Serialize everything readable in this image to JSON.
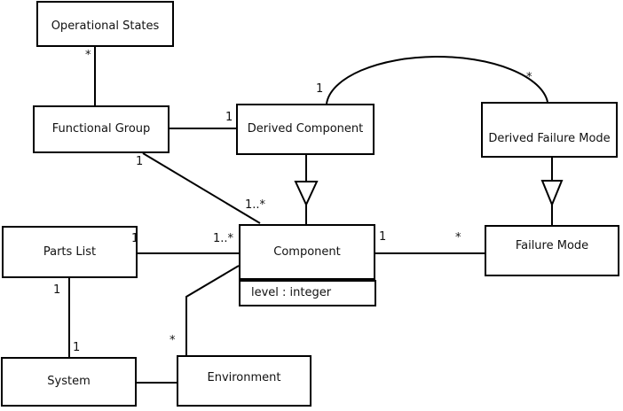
{
  "diagram": {
    "kind": "uml-class-diagram",
    "colors": {
      "line": "#000000",
      "node_fill": "#ffffff",
      "background": "#ffffff",
      "text": "#111111"
    },
    "nodes": [
      {
        "id": "operational-states",
        "label": "Operational States"
      },
      {
        "id": "functional-group",
        "label": "Functional Group"
      },
      {
        "id": "derived-component",
        "label": "Derived Component"
      },
      {
        "id": "derived-failure-mode",
        "label": "Derived Failure Mode"
      },
      {
        "id": "parts-list",
        "label": "Parts List"
      },
      {
        "id": "component",
        "label": "Component",
        "attributes": [
          "level : integer"
        ]
      },
      {
        "id": "failure-mode",
        "label": "Failure Mode"
      },
      {
        "id": "system",
        "label": "System"
      },
      {
        "id": "environment",
        "label": "Environment"
      }
    ],
    "edges": [
      {
        "from": "Operational States",
        "to": "Functional Group",
        "type": "association",
        "m_from": "*"
      },
      {
        "from": "Functional Group",
        "to": "Derived Component",
        "type": "association",
        "m_to": "1"
      },
      {
        "from": "Functional Group",
        "to": "Component",
        "type": "association",
        "m_from": "1",
        "m_to": "1..*"
      },
      {
        "from": "Derived Component",
        "to": "Derived Failure Mode",
        "type": "association",
        "m_from": "1",
        "m_to": "*"
      },
      {
        "from": "Derived Component",
        "to": "Component",
        "type": "generalization"
      },
      {
        "from": "Derived Failure Mode",
        "to": "Failure Mode",
        "type": "generalization"
      },
      {
        "from": "Parts List",
        "to": "Component",
        "type": "association",
        "m_from": "1",
        "m_to": "1..*"
      },
      {
        "from": "Component",
        "to": "Failure Mode",
        "type": "association",
        "m_from": "1",
        "m_to": "*"
      },
      {
        "from": "Parts List",
        "to": "System",
        "type": "association",
        "m_from": "1",
        "m_to": "1"
      },
      {
        "from": "System",
        "to": "Environment",
        "type": "association"
      },
      {
        "from": "Environment",
        "to": "Component",
        "type": "association",
        "m_from": "*"
      }
    ]
  }
}
